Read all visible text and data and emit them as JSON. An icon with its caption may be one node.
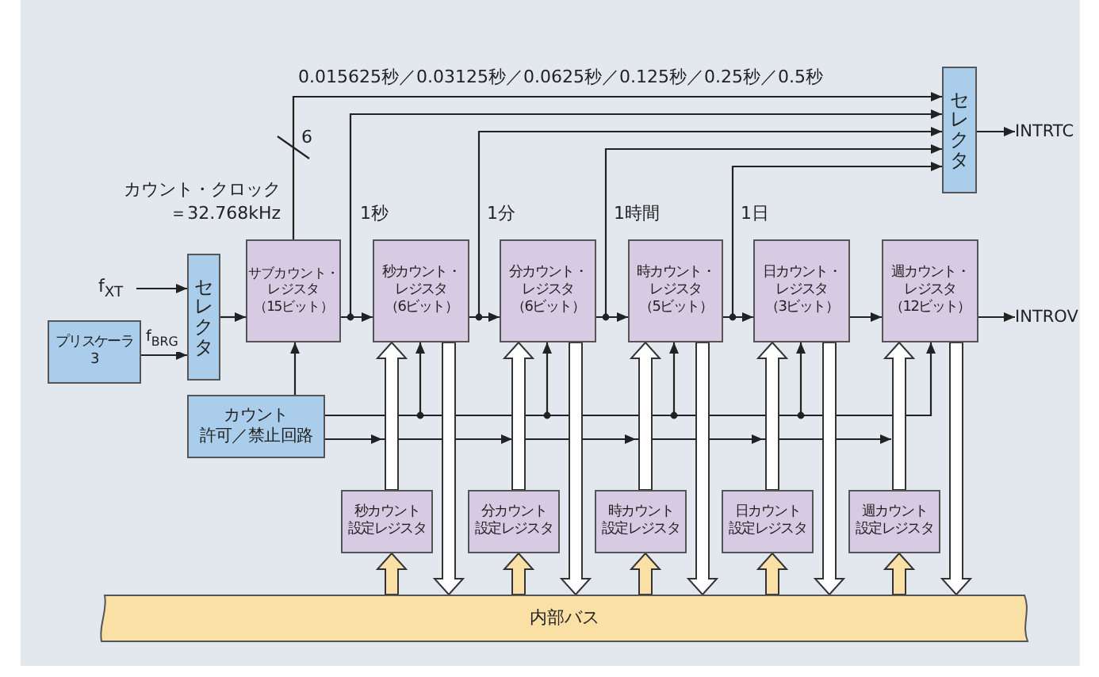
{
  "diagram": {
    "nodes": [
      {
        "text": [
          "サブカウント・レジスタ（15ビット）"
        ]
      },
      {
        "text": [
          "秒カウント・レジスタ（6ビット）"
        ]
      },
      {
        "text": [
          "分カウント・レジスタ（6ビット）"
        ]
      },
      {
        "text": [
          "時カウント・レジスタ（5ビット）"
        ]
      },
      {
        "text": [
          "日カウント・レジスタ（3ビット）"
        ]
      },
      {
        "text": [
          "週カウント・レジスタ（12ビット）"
        ]
      },
      {
        "text": [
          "セレクタ"
        ]
      },
      {
        "text": [
          "プリスケーラ3"
        ]
      },
      {
        "text": [
          "カウント許可／禁止回路"
        ]
      },
      {
        "text": [
          "秒カウント設定レジスタ"
        ]
      },
      {
        "text": [
          "分カウント設定レジスタ"
        ]
      },
      {
        "text": [
          "時カウント設定レジスタ"
        ]
      },
      {
        "text": [
          "日カウント設定レジスタ"
        ]
      },
      {
        "text": [
          "週カウント設定レジスタ"
        ]
      },
      {
        "text": [
          "内部バス"
        ]
      },
      {
        "text": [
          "セレクタ"
        ]
      },
      {
        "text": [
          "f$_{XT}$"
        ]
      },
      {
        "text": [
          "INTRTC"
        ]
      },
      {
        "text": [
          "INTROV"
        ]
      }
    ],
    "edges": [
      {
        "from": 16,
        "to": 6,
        "arrow": "to"
      },
      {
        "from": 7,
        "to": 6,
        "arrow": "to",
        "label": "f$_{BRG}$"
      },
      {
        "from": 6,
        "to": 0,
        "arrow": "to"
      },
      {
        "from": 0,
        "to": 1,
        "arrow": "to"
      },
      {
        "from": 1,
        "to": 2,
        "arrow": "to"
      },
      {
        "from": 2,
        "to": 3,
        "arrow": "to"
      },
      {
        "from": 3,
        "to": 4,
        "arrow": "to"
      },
      {
        "from": 4,
        "to": 5,
        "arrow": "to"
      },
      {
        "from": 5,
        "to": 18,
        "arrow": "to"
      },
      {
        "from": 0,
        "to": 15,
        "arrow": "to",
        "label": "0.015625秒／0.03125秒／0.0625秒／0.125秒／0.25秒／0.5秒"
      },
      {
        "from": 0,
        "to": 15,
        "arrow": "to",
        "label": "1秒"
      },
      {
        "from": 1,
        "to": 15,
        "arrow": "to",
        "label": "1分"
      },
      {
        "from": 2,
        "to": 15,
        "arrow": "to",
        "label": "1時間"
      },
      {
        "from": 3,
        "to": 15,
        "arrow": "to",
        "label": "1日"
      },
      {
        "from": 15,
        "to": 17,
        "arrow": "to"
      },
      {
        "from": 8,
        "to": 0,
        "arrow": "to"
      },
      {
        "from": 8,
        "to": 1,
        "arrow": "to"
      },
      {
        "from": 8,
        "to": 2,
        "arrow": "to"
      },
      {
        "from": 8,
        "to": 3,
        "arrow": "to"
      },
      {
        "from": 8,
        "to": 4,
        "arrow": "to"
      },
      {
        "from": 8,
        "to": 5,
        "arrow": "to"
      },
      {
        "from": 8,
        "to": null,
        "arrow": "to"
      },
      {
        "from": 9,
        "to": 1,
        "arrow": "to",
        "style": "thick"
      },
      {
        "from": 10,
        "to": 2,
        "arrow": "to",
        "style": "thick"
      },
      {
        "from": 11,
        "to": 3,
        "arrow": "to",
        "style": "thick"
      },
      {
        "from": 12,
        "to": 4,
        "arrow": "to",
        "style": "thick"
      },
      {
        "from": 13,
        "to": 5,
        "arrow": "to",
        "style": "thick"
      },
      {
        "from": 14,
        "to": 9,
        "arrow": "to",
        "style": "thick",
        "color": "#fbe0a6"
      },
      {
        "from": 14,
        "to": 10,
        "arrow": "to",
        "style": "thick",
        "color": "#fbe0a6"
      },
      {
        "from": 14,
        "to": 11,
        "arrow": "to",
        "style": "thick",
        "color": "#fbe0a6"
      },
      {
        "from": 14,
        "to": 12,
        "arrow": "to",
        "style": "thick",
        "color": "#fbe0a6"
      },
      {
        "from": 14,
        "to": 13,
        "arrow": "to",
        "style": "thick",
        "color": "#fbe0a6"
      },
      {
        "from": 1,
        "to": 14,
        "arrow": "to",
        "style": "thick"
      },
      {
        "from": 2,
        "to": 14,
        "arrow": "to",
        "style": "thick"
      },
      {
        "from": 3,
        "to": 14,
        "arrow": "to",
        "style": "thick"
      },
      {
        "from": 4,
        "to": 14,
        "arrow": "to",
        "style": "thick"
      },
      {
        "from": 5,
        "to": 14,
        "arrow": "to",
        "style": "thick"
      }
    ],
    "labels": [
      "6",
      "カウント・クロック＝32.768kHz"
    ]
  }
}
